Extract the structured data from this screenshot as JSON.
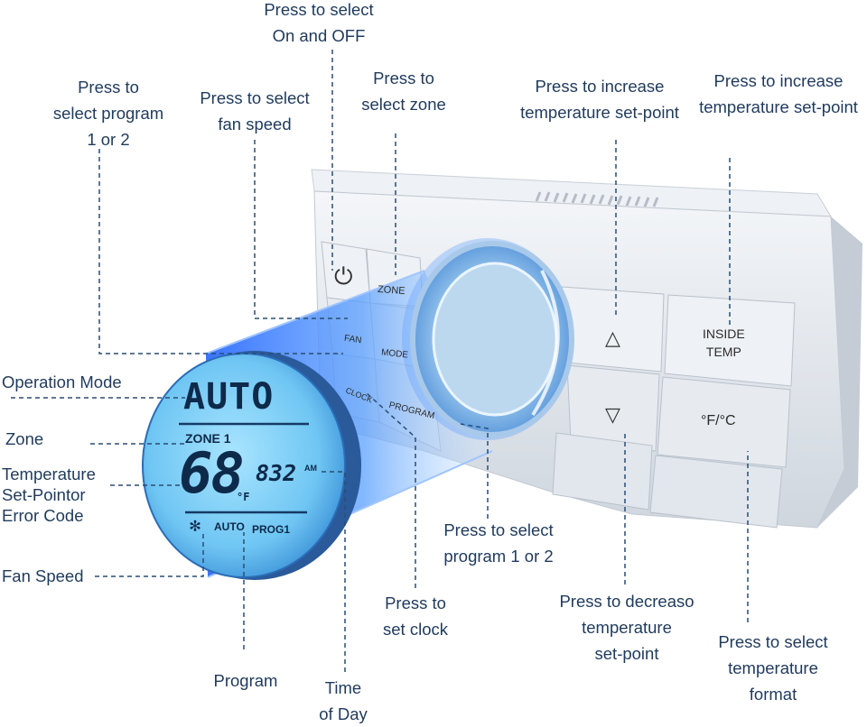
{
  "callouts": {
    "power": "Press to select\nOn and OFF",
    "program_select_left": "Press to\nselect program\n1 or 2",
    "fan_speed_btn": "Press to select\nfan speed",
    "zone_btn": "Press to\nselect zone",
    "increase_1": "Press to increase\ntemperature set-point",
    "increase_2": "Press to increase\ntemperature set-point",
    "operation_mode": "Operation Mode",
    "zone": "Zone",
    "temp_setpoint": "Temperature\nSet-Pointor\nError Code",
    "fan_speed": "Fan Speed",
    "program": "Program",
    "time_of_day": "Time\nof Day",
    "program_select_bottom": "Press to select\nprogram 1 or 2",
    "set_clock": "Press to\nset clock",
    "decrease": "Press to decreaso\ntemperature\nset-point",
    "temp_format": "Press to select\ntemperature\nformat"
  },
  "buttons": {
    "zone": "ZONE",
    "fan": "FAN",
    "mode": "MODE",
    "clock": "CLOCK",
    "program": "PROGRAM",
    "inside_temp": "INSIDE\nTEMP",
    "unit_toggle": "°F/°C"
  },
  "icons": {
    "power": "power-icon",
    "up": "triangle-up-icon",
    "down": "triangle-down-icon",
    "fan": "fan-icon"
  },
  "lcd": {
    "mode": "AUTO",
    "zone": "ZONE 1",
    "setpoint": "68",
    "unit": "°F",
    "time": "832",
    "meridiem": "AM",
    "fan_speed": "AUTO",
    "program": "PROG1"
  },
  "colors": {
    "callout_text": "#1f3a5c",
    "leader_line": "#2a4d74",
    "lcd_background": "#7fd0f5",
    "glow": "#3a7bff",
    "housing": "#e7ebf0"
  }
}
